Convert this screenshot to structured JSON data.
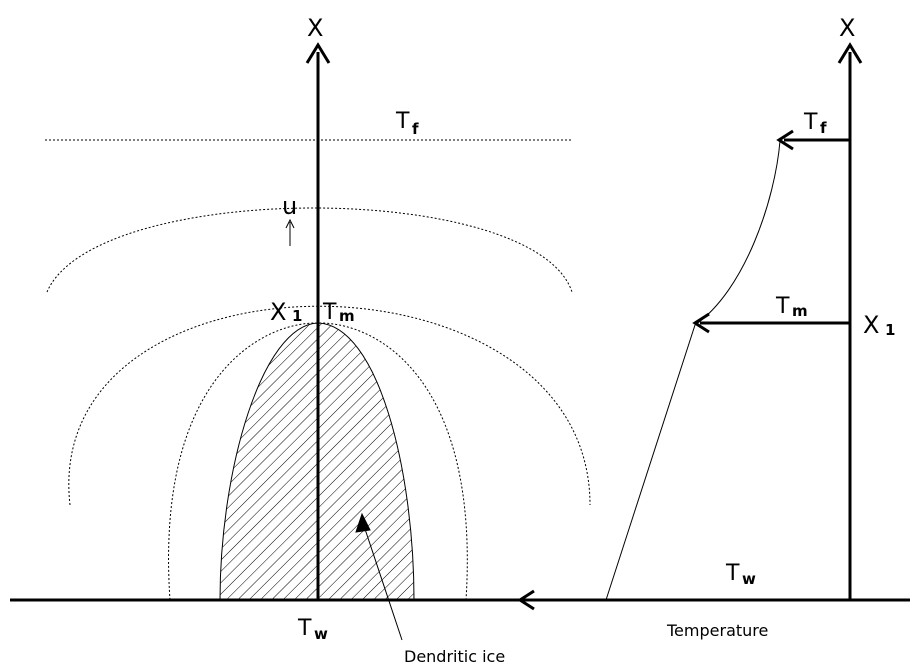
{
  "left_panel": {
    "axis_label": "X",
    "tf_label": {
      "main": "T",
      "sub": "f"
    },
    "u_label": "u",
    "x1_label": {
      "main": "X",
      "sub": "1"
    },
    "tm_label": {
      "main": "T",
      "sub": "m"
    },
    "tw_label": {
      "main": "T",
      "sub": "w"
    },
    "dendritic_label": "Dendritic ice"
  },
  "right_panel": {
    "axis_label": "X",
    "tf_label": {
      "main": "T",
      "sub": "f"
    },
    "tm_label": {
      "main": "T",
      "sub": "m"
    },
    "x1_label": {
      "main": "X",
      "sub": "1"
    },
    "tw_label": {
      "main": "T",
      "sub": "w"
    },
    "temperature_label": "Temperature"
  },
  "colors": {
    "line": "#000000",
    "background": "#ffffff"
  }
}
